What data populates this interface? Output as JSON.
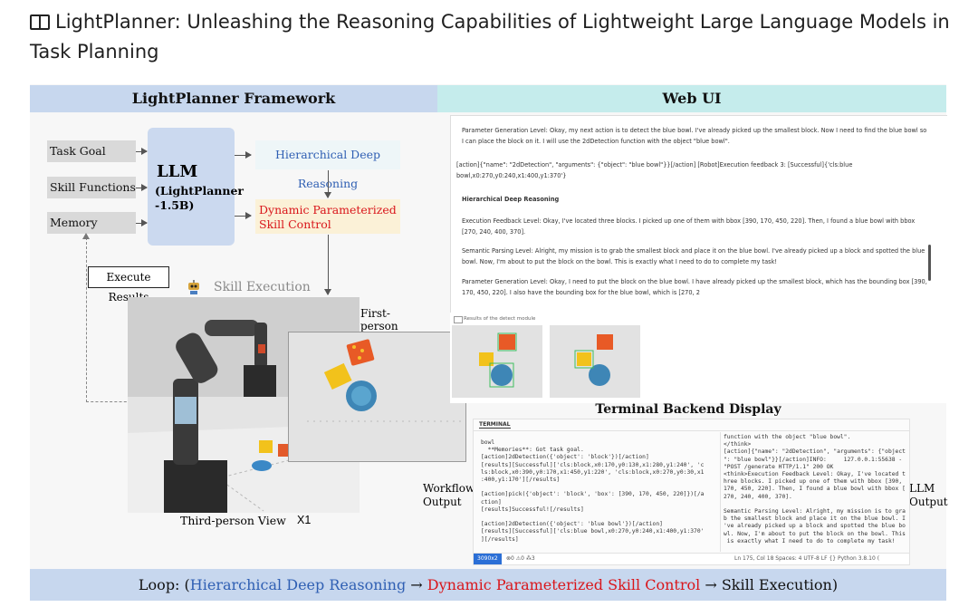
{
  "page_title": "LightPlanner: Unleashing the Reasoning Capabilities of Lightweight Large Language Models in Task Planning",
  "framework": {
    "header": "LightPlanner Framework",
    "inputs": [
      "Task Goal",
      "Skill Functions",
      "Memory"
    ],
    "llm_title": "LLM",
    "llm_sub1": "(LightPlanner",
    "llm_sub2": "-1.5B)",
    "hierarchical": "Hierarchical Deep Reasoning",
    "dynamic1": "Dynamic Parameterized",
    "dynamic2": "Skill Control",
    "execute_results": "Execute Results",
    "skill_execution": "Skill Execution",
    "first_person": "First-person View",
    "third_person": "Third-person View",
    "speed": "X1"
  },
  "webui": {
    "header": "Web UI",
    "p1": "Parameter Generation Level: Okay, my next action is to detect the blue bowl. I've already picked up the smallest block. Now I need to find the blue bowl so I can place the block on it. I will use the 2dDetection function with the object \"blue bowl\".",
    "p2": "[action]{\"name\": \"2dDetection\", \"arguments\": {\"object\": \"blue bowl\"}}[/action] [Robot]Execution feedback 3: [Successful]{'cls:blue bowl,x0:270,y0:240,x1:400,y1:370'}",
    "section": "Hierarchical Deep Reasoning",
    "p3": "Execution Feedback Level: Okay, I've located three blocks. I picked up one of them with bbox [390, 170, 450, 220]. Then, I found a blue bowl with bbox [270, 240, 400, 370].",
    "p4": "Semantic Parsing Level: Alright, my mission is to grab the smallest block and place it on the blue bowl. I've already picked up a block and spotted the blue bowl. Now, I'm about to put the block on the bowl. This is exactly what I need to do to complete my task!",
    "p5": "Parameter Generation Level: Okay, I need to put the block on the blue bowl. I have already picked up the smallest block, which has the bounding box [390, 170, 450, 220]. I also have the bounding box for the blue bowl, which is [270, 2",
    "detect_label": "Results of the detect module"
  },
  "terminal": {
    "header": "Terminal Backend Display",
    "tab": "TERMINAL",
    "workflow_label": "Workflow Output",
    "llm_label": "LLM Output",
    "left_lines": [
      "bowl",
      "  **Memories**: Got task goal.",
      "[action]2dDetection({'object': 'block'})[/action]",
      "[results][Successful]['cls:block,x0:170,y0:130,x1:280,y1:240', 'c",
      "ls:block,x0:390,y0:170,x1:450,y1:220', 'cls:block,x0:270,y0:30,x1",
      ":400,y1:170'][/results]",
      "",
      "[action]pick({'object': 'block', 'box': [390, 170, 450, 220]})[/a",
      "ction]",
      "[results]Successful![/results]",
      "",
      "[action]2dDetection({'object': 'blue bowl'})[/action]",
      "[results][Successful]['cls:blue bowl,x0:270,y0:240,x1:400,y1:370'",
      "][/results]"
    ],
    "right_lines": [
      "function with the object \"blue bowl\".",
      "</think>",
      "[action]{\"name\": \"2dDetection\", \"arguments\": {\"object",
      "\": \"blue bowl\"}}[/action]INFO:     127.0.0.1:55638 -",
      "\"POST /generate HTTP/1.1\" 200 OK",
      "<think>Execution Feedback Level: Okay, I've located t",
      "hree blocks. I picked up one of them with bbox [390,",
      "170, 450, 220]. Then, I found a blue bowl with bbox [",
      "270, 240, 400, 370].",
      "",
      "Semantic Parsing Level: Alright, my mission is to gra",
      "b the smallest block and place it on the blue bowl. I",
      "'ve already picked up a block and spotted the blue bo",
      "wl. Now, I'm about to put the block on the bowl. This",
      " is exactly what I need to do to complete my task!"
    ],
    "status_left": "3090x2",
    "status_mid": "⊗0 ⚠0  ⁂3",
    "status_right": "Ln 175, Col 18   Spaces: 4   UTF-8   LF   {} Python   3.8.10 ("
  },
  "loop": {
    "prefix": "Loop: (",
    "step1": "Hierarchical Deep Reasoning",
    "arrow1": " → ",
    "step2": "Dynamic Parameterized Skill Control",
    "arrow2": " → ",
    "step3": "Skill Execution)"
  },
  "colors": {
    "blue_text": "#2f5fb3",
    "red_text": "#d9161b",
    "hier_bg": "#eef6f8",
    "dyn_bg": "#fbf1d7"
  }
}
